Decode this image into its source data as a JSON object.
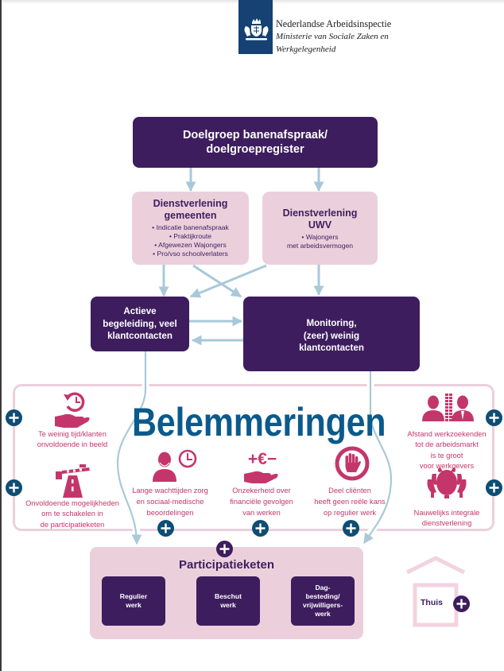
{
  "header": {
    "org_name": "Nederlandse Arbeidsinspectie",
    "ministry_line1": "Ministerie van Sociale Zaken en",
    "ministry_line2": "Werkgelegenheid",
    "logo_icon": "royal-coat-of-arms-icon"
  },
  "flow": {
    "target_group": {
      "lines": [
        "Doelgroep banenafspraak/",
        "doelgroepregister"
      ]
    },
    "municipal": {
      "title_lines": [
        "Dienstverlening",
        "gemeenten"
      ],
      "bullets": [
        "• Indicatie banenafspraak",
        "• Praktijkroute",
        "• Afgewezen Wajongers",
        "• Pro/vso schoolverlaters"
      ]
    },
    "uwv": {
      "title_lines": [
        "Dienstverlening",
        "UWV"
      ],
      "bullets": [
        "• Wajongers",
        "met arbeidsvermogen"
      ]
    },
    "active": {
      "lines": [
        "Actieve",
        "begeleiding, veel",
        "klantcontacten"
      ]
    },
    "monitoring": {
      "lines": [
        "Monitoring,",
        "(zeer) weinig",
        "klantcontacten"
      ]
    }
  },
  "barriers": {
    "title": "Belemmeringen",
    "items": [
      {
        "icon": "clock-hand-icon",
        "lines": [
          "Te weinig tijd/klanten",
          "onvoldoende in beeld"
        ]
      },
      {
        "icon": "road-barrier-icon",
        "lines": [
          "Onvoldoende mogelijkheden",
          "om te schakelen in",
          "de participatieketen"
        ]
      },
      {
        "icon": "person-clock-icon",
        "lines": [
          "Lange wachttijden zorg",
          "en sociaal-medische",
          "beoordelingen"
        ]
      },
      {
        "icon": "euro-hand-icon",
        "symbol": "+€−",
        "lines": [
          "Onzekerheid over",
          "financiële gevolgen",
          "van werken"
        ]
      },
      {
        "icon": "stop-hand-icon",
        "lines": [
          "Deel cliënten",
          "heeft geen reële kans",
          "op regulier werk"
        ]
      },
      {
        "icon": "persons-wall-icon",
        "lines": [
          "Afstand werkzoekenden",
          "tot de arbeidsmarkt",
          "is te groot",
          "voor werkgevers"
        ]
      },
      {
        "icon": "meeting-table-icon",
        "lines": [
          "Nauwelijks integrale",
          "dienstverlening"
        ]
      }
    ]
  },
  "chain": {
    "title": "Participatieketen",
    "steps": [
      {
        "lines": [
          "Regulier",
          "werk"
        ]
      },
      {
        "lines": [
          "Beschut",
          "werk"
        ]
      },
      {
        "lines": [
          "Dag-",
          "besteding/",
          "vrijwilligers-",
          "werk"
        ]
      }
    ]
  },
  "home": {
    "label": "Thuis"
  },
  "colors": {
    "dark_purple": "#3d1d5e",
    "light_pink": "#ebd0dc",
    "arrow_blue": "#a9c9d9",
    "barrier_magenta": "#c4366b",
    "title_blue": "#0b5a8c",
    "plus_blue": "#0f4d73",
    "logo_blue": "#154273"
  }
}
